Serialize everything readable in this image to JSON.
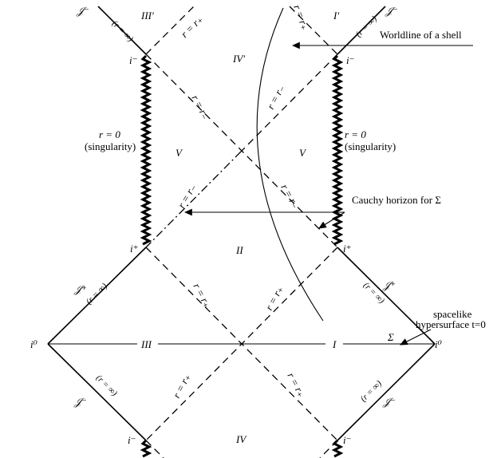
{
  "labels": {
    "scri_top_left": "𝒥⁻",
    "scri_top_right": "𝒥⁻",
    "r_inf_top_left": "(r = ∞)",
    "r_inf_top_right": "(r = ∞)",
    "region_III_prime": "III′",
    "region_I_prime": "I′",
    "region_IV_prime": "IV′",
    "region_V_left": "V",
    "region_V_right": "V",
    "region_II": "II",
    "region_III": "III",
    "region_I": "I",
    "region_IV": "IV",
    "i_minus_tl": "i⁻",
    "i_minus_tr": "i⁻",
    "i_plus_l": "i⁺",
    "i_plus_r": "i⁺",
    "i0_left": "i⁰",
    "i0_right": "i⁰",
    "i_minus_bl": "i⁻",
    "i_minus_br": "i⁻",
    "r_plus_top_left": "r = r₊",
    "r_plus_top_right": "r = r₊",
    "r_minus_a": "r = r₋",
    "r_minus_b": "r = r₋",
    "r_minus_c": "r = r₋",
    "r_minus_d": "r = r₋",
    "r_plus_mid_left": "r = r₊",
    "r_plus_mid_right": "r = r₊",
    "r_plus_bot_left": "r = r₊",
    "r_plus_bot_right": "r = r₊",
    "r0_left": "r = 0",
    "sing_left": "(singularity)",
    "r0_right": "r = 0",
    "sing_right": "(singularity)",
    "worldline": "Worldline of a shell",
    "cauchy": "Cauchy horizon for  Σ",
    "spacelike1": "spacelike",
    "spacelike2": "hypersurface  t=0",
    "sigma": "Σ",
    "scri_plus_l": "𝒥⁺",
    "scri_plus_r": "𝒥⁺",
    "r_inf_ml": "(r = ∞)",
    "r_inf_mr": "(r = ∞)",
    "scri_minus_bl": "𝒥⁻",
    "scri_minus_br": "𝒥⁻",
    "r_inf_bl": "(r = ∞)",
    "r_inf_br": "(r = ∞)"
  }
}
